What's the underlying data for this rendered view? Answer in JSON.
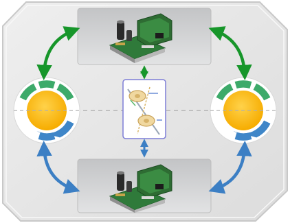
{
  "caption": "",
  "colors": {
    "background": "#ffffff",
    "panel": "#e6e6e6",
    "panel_edge": "#c9c9c9",
    "drive_box": "#cfd0d2",
    "pcb": "#2f7a3a",
    "motor_core": "#ffbb0d",
    "green_segment": "#3daa6a",
    "blue_segment": "#3f86c8",
    "green_arrow": "#17962a",
    "blue_arrow": "#3c7fc4",
    "dashed_axis": "#a9a9a9",
    "center_box_border": "#7d7dd6",
    "disc": "#f0d8a0"
  },
  "icons": {
    "drive_unit": "motor-drive-board-icon",
    "motor": "motor-ring-icon",
    "center_module": "gear-shaft-icon"
  },
  "arrows": {
    "top_left": "green-bidirectional",
    "top_right": "green-bidirectional",
    "bottom_left": "blue-bidirectional",
    "bottom_right": "blue-bidirectional",
    "center_top": "green-bidirectional",
    "center_bottom": "blue-bidirectional"
  }
}
